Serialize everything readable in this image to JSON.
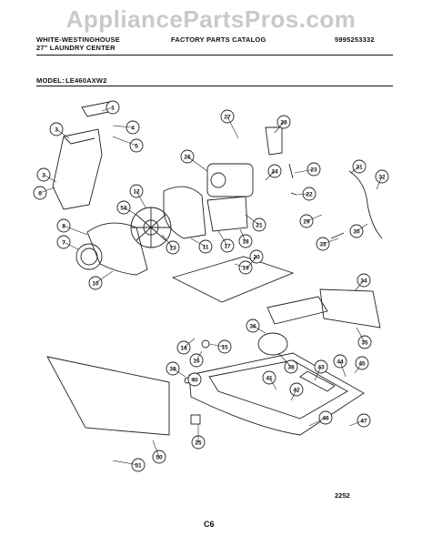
{
  "watermark": "AppliancePartsPros.com",
  "header": {
    "brand_line1": "WHITE-WESTINGHOUSE",
    "brand_line2": "27\" LAUNDRY CENTER",
    "catalog": "FACTORY PARTS CATALOG",
    "catalog_number": "5995253332",
    "model_label": "MODEL:",
    "model_number": "LE460AXW2"
  },
  "diagram": {
    "callouts": [
      "1",
      "2",
      "3",
      "4",
      "5",
      "6",
      "7",
      "8",
      "10",
      "11",
      "12",
      "13",
      "14",
      "15",
      "16",
      "17",
      "18",
      "19",
      "20",
      "21",
      "22",
      "23",
      "24",
      "25",
      "26",
      "27",
      "28",
      "29",
      "30",
      "31",
      "32",
      "33",
      "34",
      "35",
      "36",
      "38",
      "39",
      "40",
      "41",
      "42",
      "43",
      "44",
      "45",
      "46",
      "47",
      "50",
      "51",
      "53"
    ],
    "drawing_number": "2252",
    "page_label": "C6"
  }
}
